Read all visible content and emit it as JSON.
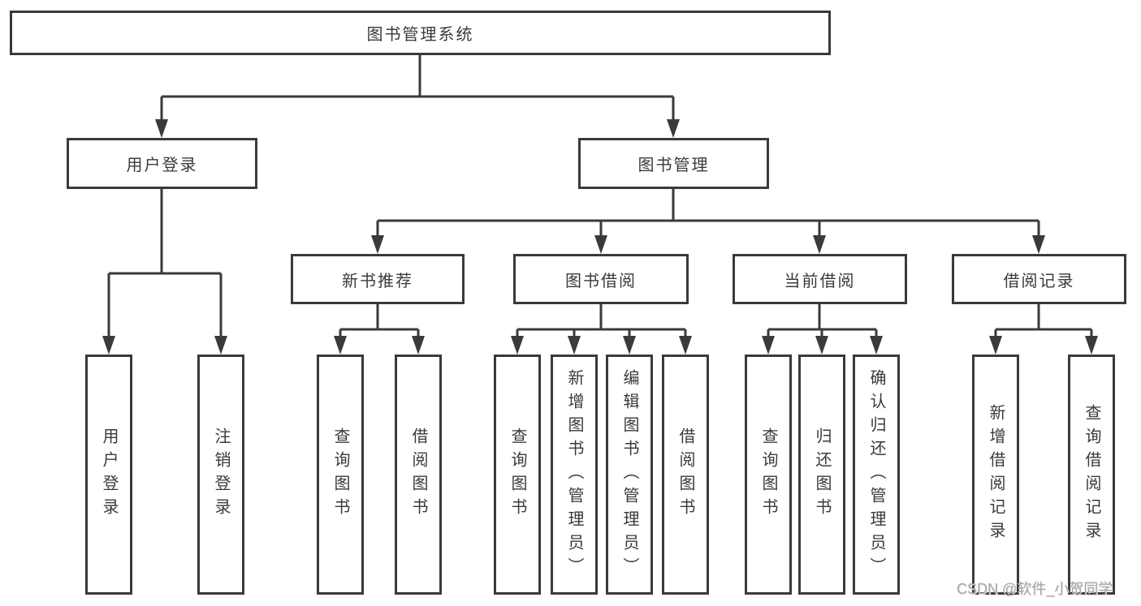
{
  "colors": {
    "line": "#3a3a3a",
    "box_border": "#3a3a3a",
    "text": "#3a3a3a",
    "background": "#ffffff",
    "watermark_text": "#a3a3a3"
  },
  "watermark": "CSDN @软件_小贺同学",
  "tree": {
    "label": "图书管理系统",
    "children": [
      {
        "label": "用户登录",
        "children": [
          {
            "label": "用户登录"
          },
          {
            "label": "注销登录"
          }
        ]
      },
      {
        "label": "图书管理",
        "children": [
          {
            "label": "新书推荐",
            "children": [
              {
                "label": "查询图书"
              },
              {
                "label": "借阅图书"
              }
            ]
          },
          {
            "label": "图书借阅",
            "children": [
              {
                "label": "查询图书"
              },
              {
                "label": "新增图书（管理员）"
              },
              {
                "label": "编辑图书（管理员）"
              },
              {
                "label": "借阅图书"
              }
            ]
          },
          {
            "label": "当前借阅",
            "children": [
              {
                "label": "查询图书"
              },
              {
                "label": "归还图书"
              },
              {
                "label": "确认归还（管理员）"
              }
            ]
          },
          {
            "label": "借阅记录",
            "children": [
              {
                "label": "新增借阅记录"
              },
              {
                "label": "查询借阅记录"
              }
            ]
          }
        ]
      }
    ]
  }
}
